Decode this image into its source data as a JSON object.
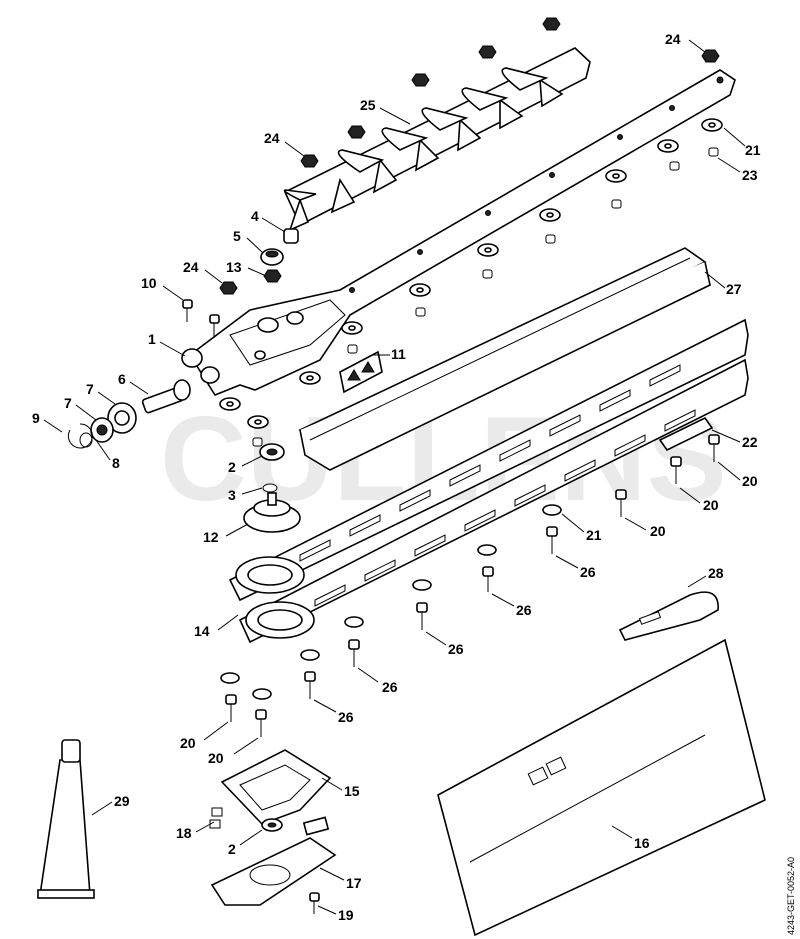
{
  "watermark": "CULLENS",
  "doc_ref": "4243-GET-0052-A0",
  "callouts": [
    {
      "id": "c24a",
      "label": "24"
    },
    {
      "id": "c21a",
      "label": "21"
    },
    {
      "id": "c23",
      "label": "23"
    },
    {
      "id": "c25",
      "label": "25"
    },
    {
      "id": "c24b",
      "label": "24"
    },
    {
      "id": "c4",
      "label": "4"
    },
    {
      "id": "c5",
      "label": "5"
    },
    {
      "id": "c24c",
      "label": "24"
    },
    {
      "id": "c13",
      "label": "13"
    },
    {
      "id": "c27",
      "label": "27"
    },
    {
      "id": "c10",
      "label": "10"
    },
    {
      "id": "c1",
      "label": "1"
    },
    {
      "id": "c11",
      "label": "11"
    },
    {
      "id": "c6",
      "label": "6"
    },
    {
      "id": "c7a",
      "label": "7"
    },
    {
      "id": "c7b",
      "label": "7"
    },
    {
      "id": "c9",
      "label": "9"
    },
    {
      "id": "c8",
      "label": "8"
    },
    {
      "id": "c22",
      "label": "22"
    },
    {
      "id": "c2a",
      "label": "2"
    },
    {
      "id": "c3",
      "label": "3"
    },
    {
      "id": "c20a",
      "label": "20"
    },
    {
      "id": "c20b",
      "label": "20"
    },
    {
      "id": "c20c",
      "label": "20"
    },
    {
      "id": "c21b",
      "label": "21"
    },
    {
      "id": "c12",
      "label": "12"
    },
    {
      "id": "c26a",
      "label": "26"
    },
    {
      "id": "c28",
      "label": "28"
    },
    {
      "id": "c26b",
      "label": "26"
    },
    {
      "id": "c14",
      "label": "14"
    },
    {
      "id": "c26c",
      "label": "26"
    },
    {
      "id": "c26d",
      "label": "26"
    },
    {
      "id": "c26e",
      "label": "26"
    },
    {
      "id": "c20d",
      "label": "20"
    },
    {
      "id": "c20e",
      "label": "20"
    },
    {
      "id": "c29",
      "label": "29"
    },
    {
      "id": "c15",
      "label": "15"
    },
    {
      "id": "c16",
      "label": "16"
    },
    {
      "id": "c18",
      "label": "18"
    },
    {
      "id": "c2b",
      "label": "2"
    },
    {
      "id": "c17",
      "label": "17"
    },
    {
      "id": "c19",
      "label": "19"
    }
  ]
}
